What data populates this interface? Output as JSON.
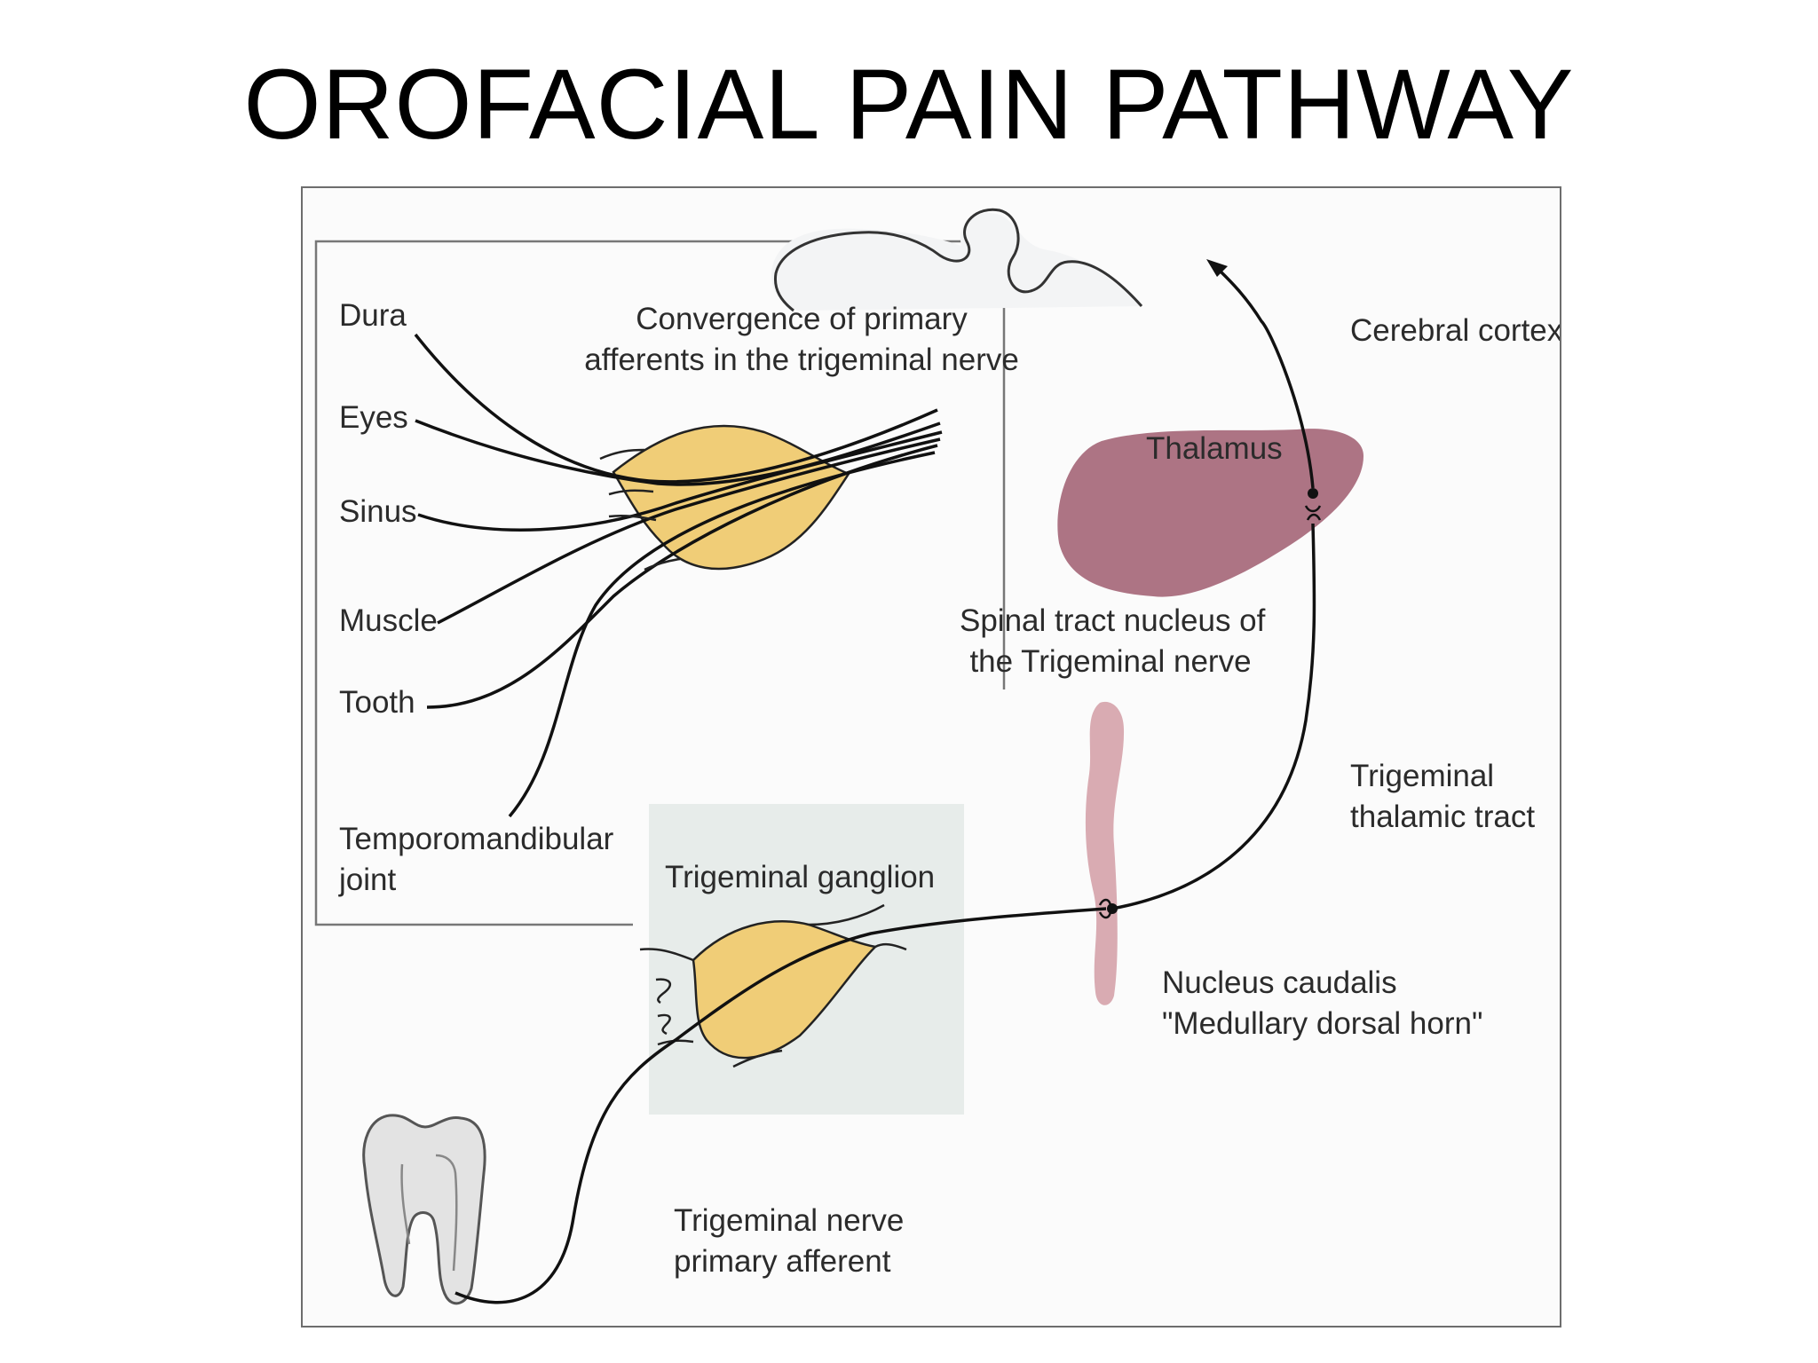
{
  "title": "OROFACIAL PAIN PATHWAY",
  "colors": {
    "ganglion_fill": "#f0cd77",
    "thalamus_fill": "#ad7484",
    "nucleus_fill": "#d9abb2",
    "ganglion_box": "#e7ecea",
    "tooth_fill": "#e3e3e3",
    "cortex_fill": "#f3f4f5"
  },
  "inset": {
    "heading_line1": "Convergence of primary",
    "heading_line2": "afferents in the trigeminal nerve",
    "sources": [
      "Dura",
      "Eyes",
      "Sinus",
      "Muscle",
      "Tooth"
    ],
    "tmj_line1": "Temporomandibular",
    "tmj_line2": "joint"
  },
  "labels": {
    "cerebral_cortex": "Cerebral cortex",
    "thalamus": "Thalamus",
    "spinal_line1": "Spinal tract nucleus of",
    "spinal_line2": "the Trigeminal nerve",
    "tract_line1": "Trigeminal",
    "tract_line2": "thalamic tract",
    "ganglion": "Trigeminal ganglion",
    "caudalis_line1": "Nucleus caudalis",
    "caudalis_line2": "\"Medullary dorsal horn\"",
    "afferent_line1": "Trigeminal nerve",
    "afferent_line2": "primary afferent"
  }
}
